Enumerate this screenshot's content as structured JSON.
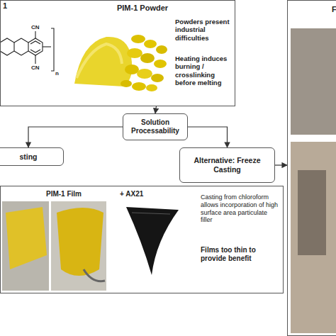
{
  "diagram": {
    "nodes": [
      {
        "text": [
          "1",
          "PIM-1 Powder",
          "Powders present industrial difficulties",
          "Heating induces burning / crosslinking before melting"
        ]
      },
      {
        "text": [
          "Solution Processability"
        ]
      },
      {
        "text": [
          "sting"
        ]
      },
      {
        "text": [
          "Alternative: Freeze Casting"
        ]
      },
      {
        "text": [
          "PIM-1 Film",
          "+ AX21",
          "Casting from chloroform allows incorporation of high surface area particulate filler",
          "Films too thin to provide benefit"
        ]
      },
      {
        "text": [
          "F"
        ]
      }
    ],
    "edges": [
      {
        "from": 0,
        "to": 1,
        "arrow": "to"
      },
      {
        "from": 1,
        "to": 2,
        "arrow": "to"
      },
      {
        "from": 1,
        "to": 3,
        "arrow": "to"
      },
      {
        "from": 3,
        "to": 5,
        "arrow": "to"
      }
    ],
    "labels": [
      "CN",
      "CN",
      "n"
    ]
  }
}
